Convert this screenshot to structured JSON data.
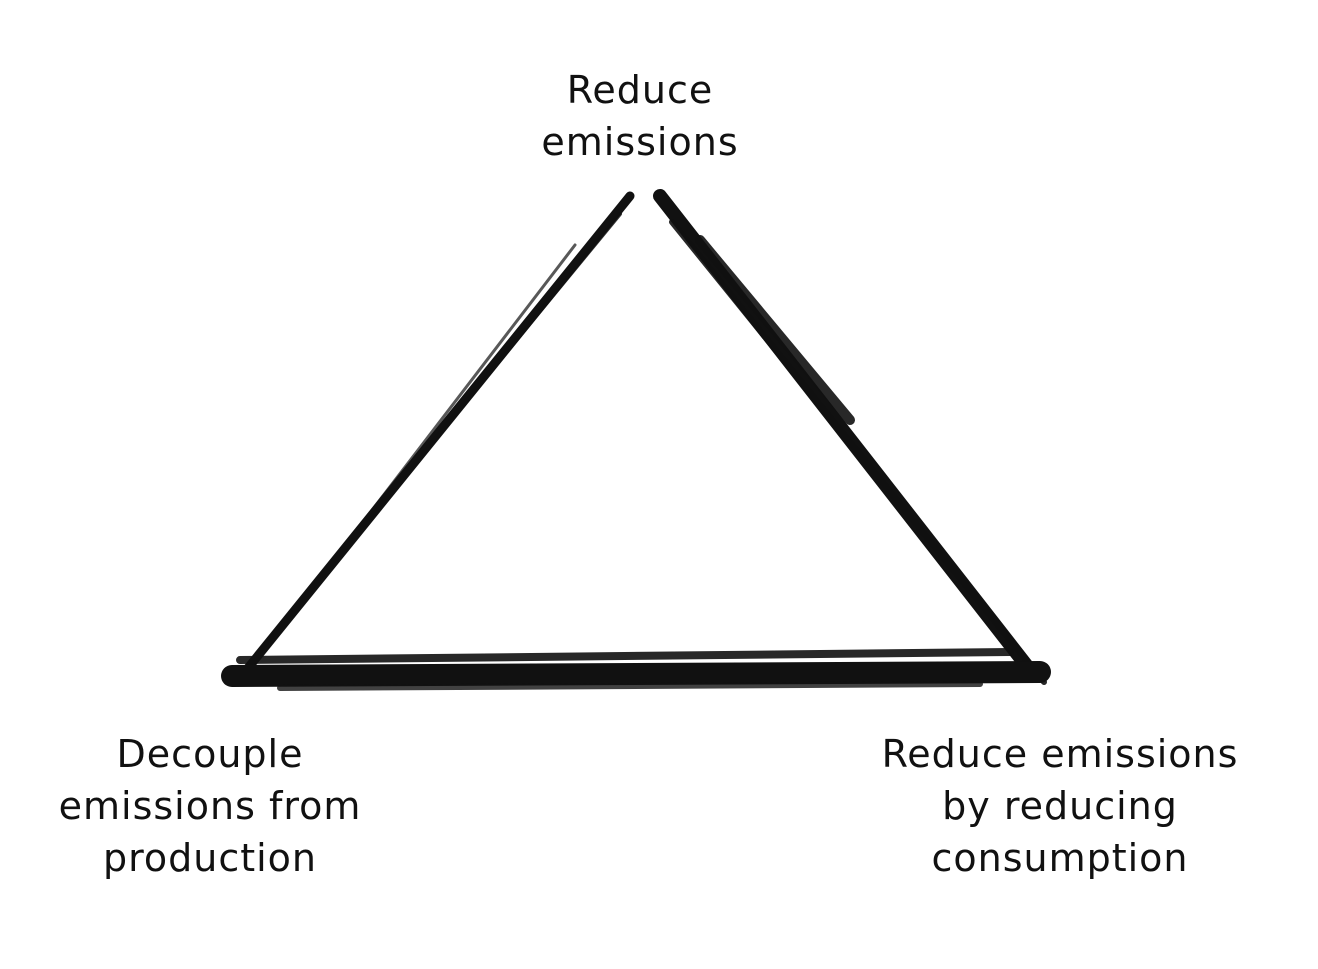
{
  "labels": {
    "top": [
      "Reduce",
      "emissions"
    ],
    "left": [
      "Decouple",
      "emissions from",
      "production"
    ],
    "right": [
      "Reduce emissions",
      "by reducing",
      "consumption"
    ]
  },
  "colors": {
    "stroke": "#111111",
    "background": "#ffffff"
  }
}
